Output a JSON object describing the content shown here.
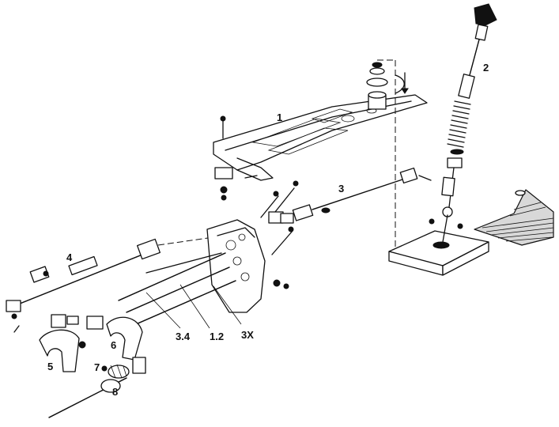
{
  "diagram": {
    "callouts": {
      "c1": "1",
      "c2": "2",
      "c3": "3",
      "c4": "4",
      "c5": "5",
      "c6": "6",
      "c7": "7",
      "c8": "8",
      "rail_34": "3.4",
      "rail_12": "1.2",
      "rail_3x": "3X"
    },
    "style": {
      "ink": "#111111",
      "paper": "#ffffff"
    }
  }
}
